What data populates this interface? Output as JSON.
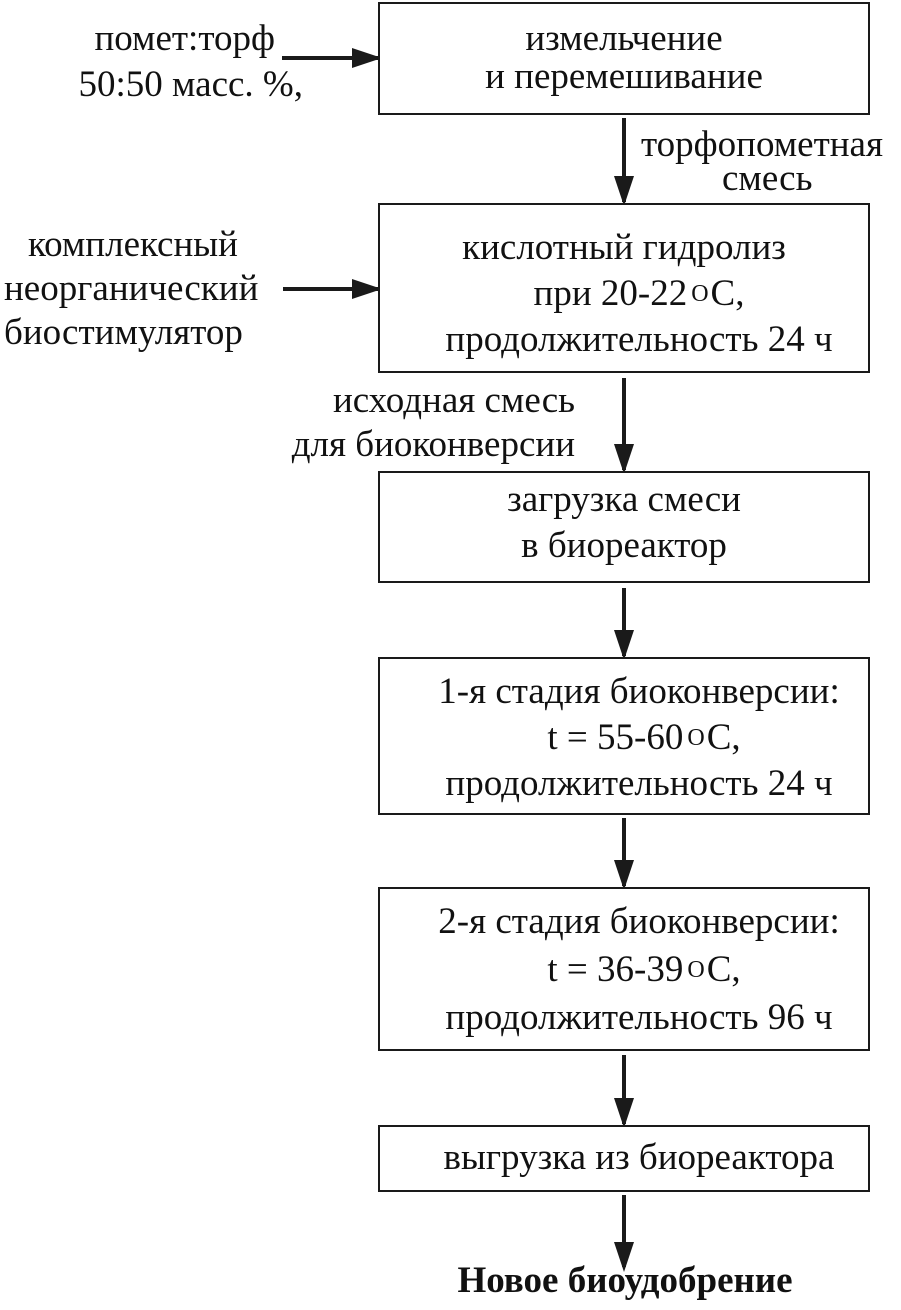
{
  "inputs": {
    "manure_peat": [
      "помет:торф",
      "50:50 масс. %,"
    ],
    "biostimulator": [
      "комплексный",
      "неорганический",
      "биостимулятор"
    ]
  },
  "steps": {
    "grinding": [
      "измельчение",
      "и перемешивание"
    ],
    "hydrolysis": {
      "line1": "кислотный гидролиз",
      "line2_pre": "при 20-22",
      "line2_sup": "O",
      "line2_post": "C,",
      "line3": "продолжительность 24 ч"
    },
    "loading": [
      "загрузка смеси",
      "в биореактор"
    ],
    "stage1": {
      "line1": "1-я стадия биоконверсии:",
      "line2_pre": "t = 55-60",
      "line2_sup": "O",
      "line2_post": "C,",
      "line3": "продолжительность 24 ч"
    },
    "stage2": {
      "line1": "2-я стадия биоконверсии:",
      "line2_pre": "t = 36-39",
      "line2_sup": "O",
      "line2_post": "C,",
      "line3": "продолжительность 96 ч"
    },
    "unloading": "выгрузка из биореактора"
  },
  "flow_labels": {
    "peat_manure_mix": [
      "торфопометная",
      "смесь"
    ],
    "initial_mix": [
      "исходная смесь",
      "для биоконверсии"
    ]
  },
  "output": "Новое биоудобрение"
}
